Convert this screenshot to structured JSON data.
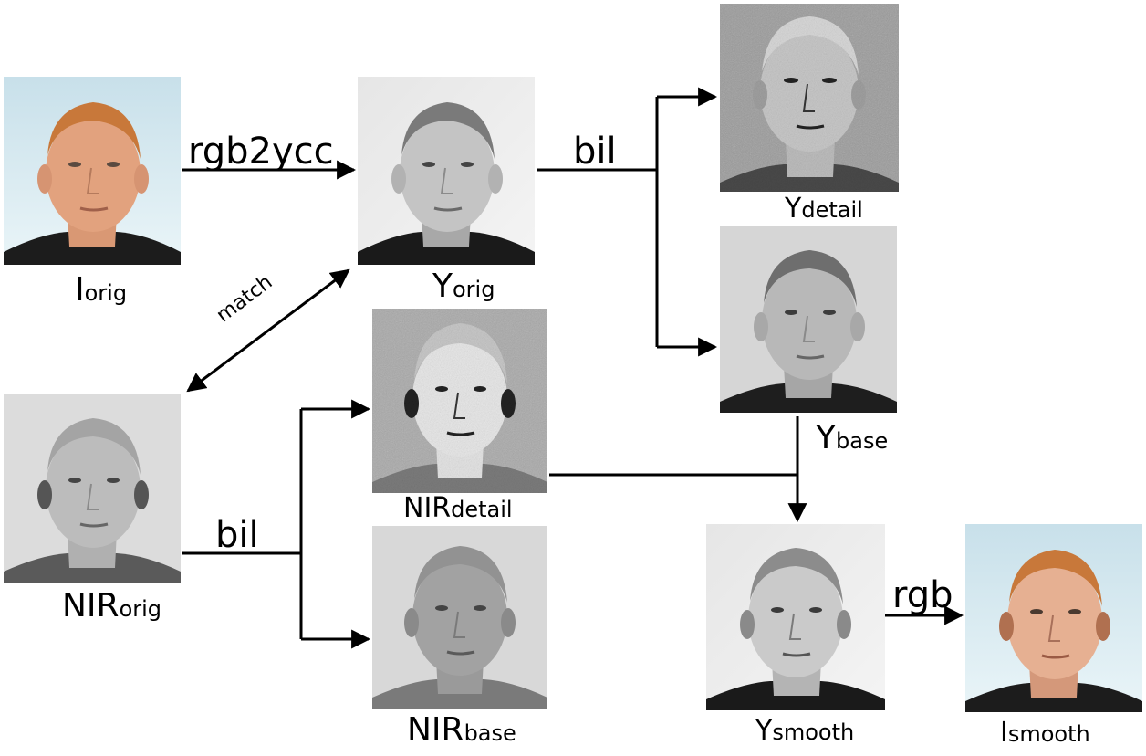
{
  "labels": {
    "i_orig": {
      "base": "I",
      "sub": "orig"
    },
    "y_orig": {
      "base": "Y",
      "sub": "orig"
    },
    "y_detail": {
      "base": "Y",
      "sub": "detail"
    },
    "y_base": {
      "base": "Y",
      "sub": "base"
    },
    "nir_orig": {
      "base": "NIR",
      "sub": "orig"
    },
    "nir_detail": {
      "base": "NIR",
      "sub": "detail"
    },
    "nir_base": {
      "base": "NIR",
      "sub": "base"
    },
    "y_smooth": {
      "base": "Y",
      "sub": "smooth"
    },
    "i_smooth": {
      "base": "I",
      "sub": "smooth"
    }
  },
  "operations": {
    "rgb2ycc": "rgb2ycc",
    "bil_y": "bil",
    "match": "match",
    "bil_nir": "bil",
    "rgb": "rgb"
  },
  "colors": {
    "skin": "#e2a27e",
    "hair": "#c8783a",
    "sky": "#d8ecf2",
    "line": "#000000"
  }
}
